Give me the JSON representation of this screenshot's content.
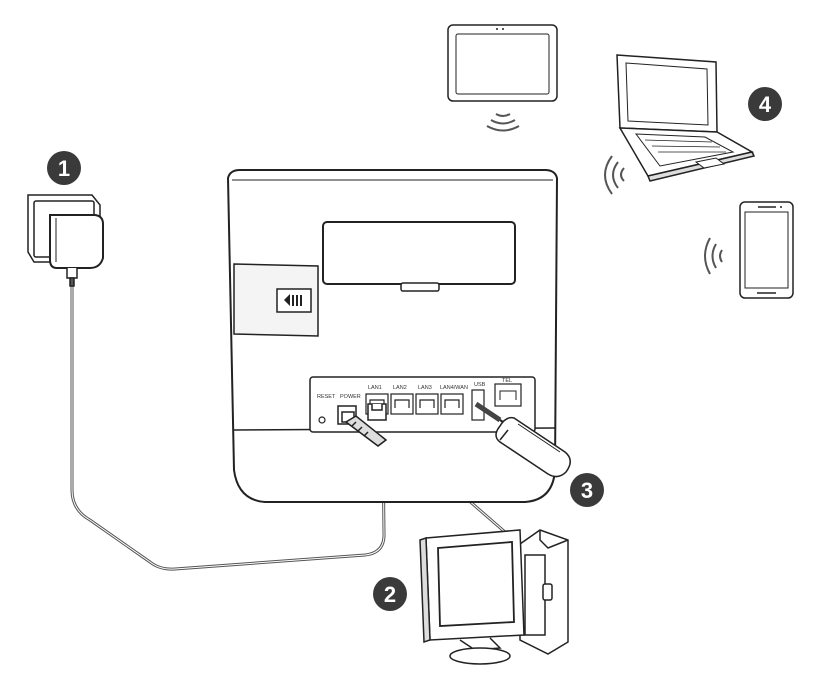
{
  "colors": {
    "line": "#222222",
    "badge": "#3a3a3a",
    "router_body": "#ffffff",
    "router_base": "#f2f2f2",
    "cable": "#555555",
    "wifi": "#555555"
  },
  "steps": [
    {
      "number": "1",
      "icon": "power-adapter-icon"
    },
    {
      "number": "2",
      "icon": "desktop-computer-icon"
    },
    {
      "number": "3",
      "icon": "usb-modem-icon"
    },
    {
      "number": "4",
      "icon": "laptop-icon"
    }
  ],
  "ports": {
    "reset": "RESET",
    "power": "POWER",
    "lan1": "LAN1",
    "lan2": "LAN2",
    "lan3": "LAN3",
    "lan4": "LAN4/WAN",
    "usb": "USB",
    "tel": "TEL"
  },
  "devices": [
    "tablet-icon",
    "laptop-icon",
    "smartphone-icon",
    "router-icon",
    "desktop-computer-icon",
    "power-adapter-icon",
    "usb-modem-icon"
  ]
}
